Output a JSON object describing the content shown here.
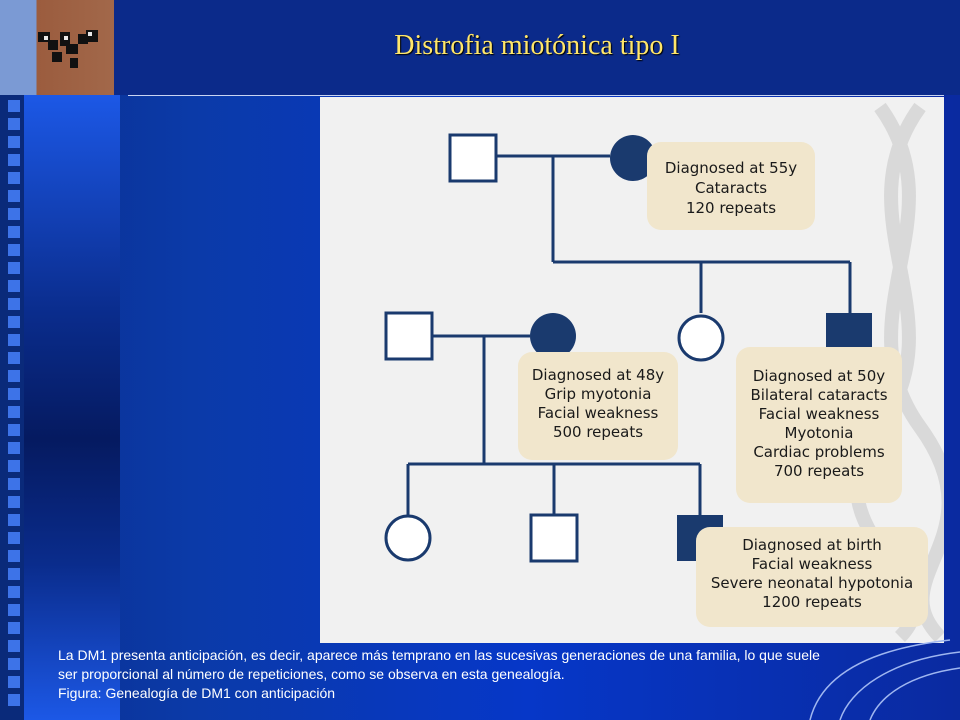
{
  "slide": {
    "title": "Distrofia miotónica tipo I"
  },
  "pedigree": {
    "gen1_female_box": [
      "Diagnosed at 55y",
      "Cataracts",
      "120 repeats"
    ],
    "gen2_female_box": [
      "Diagnosed at 48y",
      "Grip myotonia",
      "Facial weakness",
      "500 repeats"
    ],
    "gen2_male_box": [
      "Diagnosed at 50y",
      "Bilateral cataracts",
      "Facial weakness",
      "Myotonia",
      "Cardiac problems",
      "700 repeats"
    ],
    "gen3_male_box": [
      "Diagnosed at birth",
      "Facial weakness",
      "Severe neonatal hypotonia",
      "1200 repeats"
    ]
  },
  "caption": {
    "line1": "La DM1 presenta anticipación, es decir, aparece más temprano en las sucesivas generaciones de una familia, lo que suele",
    "line2": "ser proporcional al número de repeticiones, como se observa en esta genealogía.",
    "line3": "Figura: Genealogía de DM1 con anticipación"
  },
  "colors": {
    "affected": "#1a3a6e",
    "box": "#f1e6cc",
    "title": "#ffe66a"
  }
}
